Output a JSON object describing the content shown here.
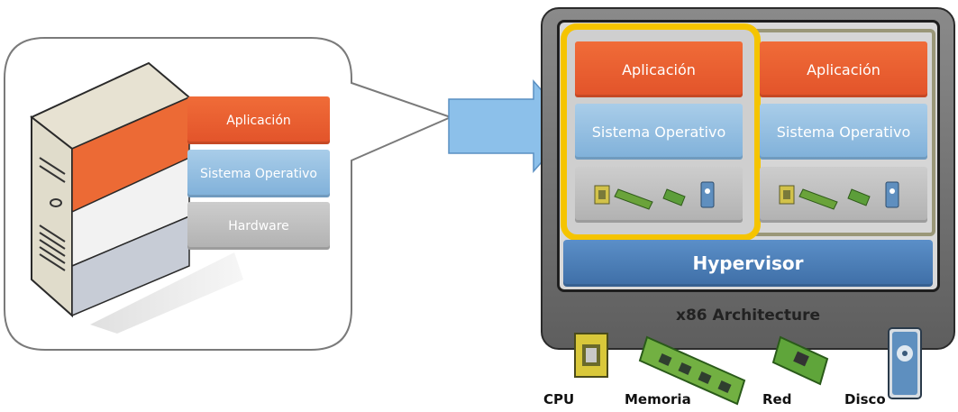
{
  "callout": {
    "layers": [
      {
        "label": "Aplicación",
        "type": "app"
      },
      {
        "label": "Sistema Operativo",
        "type": "os"
      },
      {
        "label": "Hardware",
        "type": "hw"
      }
    ]
  },
  "virtualized": {
    "vms": [
      {
        "app_label": "Aplicación",
        "os_label": "Sistema Operativo",
        "highlighted": true
      },
      {
        "app_label": "Aplicación",
        "os_label": "Sistema Operativo",
        "highlighted": false
      }
    ],
    "hypervisor_label": "Hypervisor",
    "architecture_label": "x86 Architecture"
  },
  "hardware_components": [
    {
      "label": "CPU",
      "icon": "cpu-chip-icon"
    },
    {
      "label": "Memoria",
      "icon": "memory-module-icon"
    },
    {
      "label": "Red",
      "icon": "network-card-icon"
    },
    {
      "label": "Disco",
      "icon": "hard-disk-icon"
    }
  ],
  "colors": {
    "application": "#e85c2e",
    "operating_system": "#8fbde0",
    "hardware": "#bdbdbd",
    "hypervisor": "#4b7fb9",
    "highlight": "#f5c400",
    "frame": "#6e6e6e"
  }
}
